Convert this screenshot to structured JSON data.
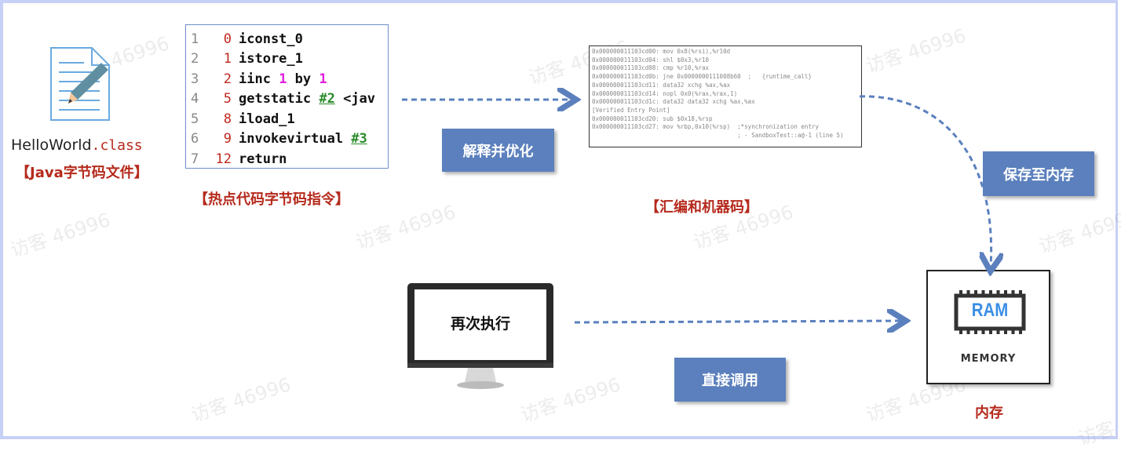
{
  "class_file": {
    "name": "HelloWorld",
    "ext": ".class",
    "caption": "【Java字节码文件】",
    "icon": "document-pencil-icon"
  },
  "bytecode": {
    "lines": [
      {
        "n": "1",
        "off": "0",
        "parts": [
          {
            "t": "iconst_0",
            "c": "op"
          }
        ]
      },
      {
        "n": "2",
        "off": "1",
        "parts": [
          {
            "t": "istore_1",
            "c": "op"
          }
        ]
      },
      {
        "n": "3",
        "off": "2",
        "parts": [
          {
            "t": "iinc ",
            "c": "op"
          },
          {
            "t": "1",
            "c": "num"
          },
          {
            "t": " by ",
            "c": "op"
          },
          {
            "t": "1",
            "c": "num"
          }
        ]
      },
      {
        "n": "4",
        "off": "5",
        "parts": [
          {
            "t": "getstatic ",
            "c": "op"
          },
          {
            "t": "#2",
            "c": "ref"
          },
          {
            "t": " <jav",
            "c": "op"
          }
        ]
      },
      {
        "n": "5",
        "off": "8",
        "parts": [
          {
            "t": "iload_1",
            "c": "op"
          }
        ]
      },
      {
        "n": "6",
        "off": "9",
        "parts": [
          {
            "t": "invokevirtual ",
            "c": "op"
          },
          {
            "t": "#3",
            "c": "ref"
          }
        ]
      },
      {
        "n": "7",
        "off": "12",
        "parts": [
          {
            "t": "return",
            "c": "op"
          }
        ]
      }
    ],
    "caption": "【热点代码字节码指令】"
  },
  "interpret_button": "解释并优化",
  "assembly": {
    "lines": [
      "0x000000011103cd00: mov 0x8(%rsi),%r10d",
      "0x000000011103cd04: shl $0x3,%r10",
      "0x000000011103cd08: cmp %r10,%rax",
      "0x000000011103cd0b: jne 0x0000000111008b60  ;   {runtime_call}",
      "0x000000011103cd11: data32 xchg %ax,%ax",
      "0x000000011103cd14: nopl 0x0(%rax,%rax,1)",
      "0x000000011103cd1c: data32 data32 xchg %ax,%ax",
      "[Verified Entry Point]",
      "0x000000011103cd20: sub $0x18,%rsp",
      "0x000000011103cd27: mov %rbp,0x10(%rsp)  ;*synchronization entry",
      "                                         ; - SandboxTest::a@-1 (line 5)"
    ],
    "caption": "【汇编和机器码】"
  },
  "save_button": "保存至内存",
  "memory": {
    "chip_text": "RAM",
    "label": "MEMORY",
    "caption": "内存",
    "icon": "ram-chip-icon"
  },
  "monitor": {
    "text": "再次执行",
    "icon": "monitor-icon"
  },
  "direct_button": "直接调用",
  "watermark": "访客 46996",
  "colors": {
    "button": "#5b80bd",
    "caption_red": "#b52a1c",
    "arrow": "#5b80bd",
    "border": "#c7d0f6"
  }
}
